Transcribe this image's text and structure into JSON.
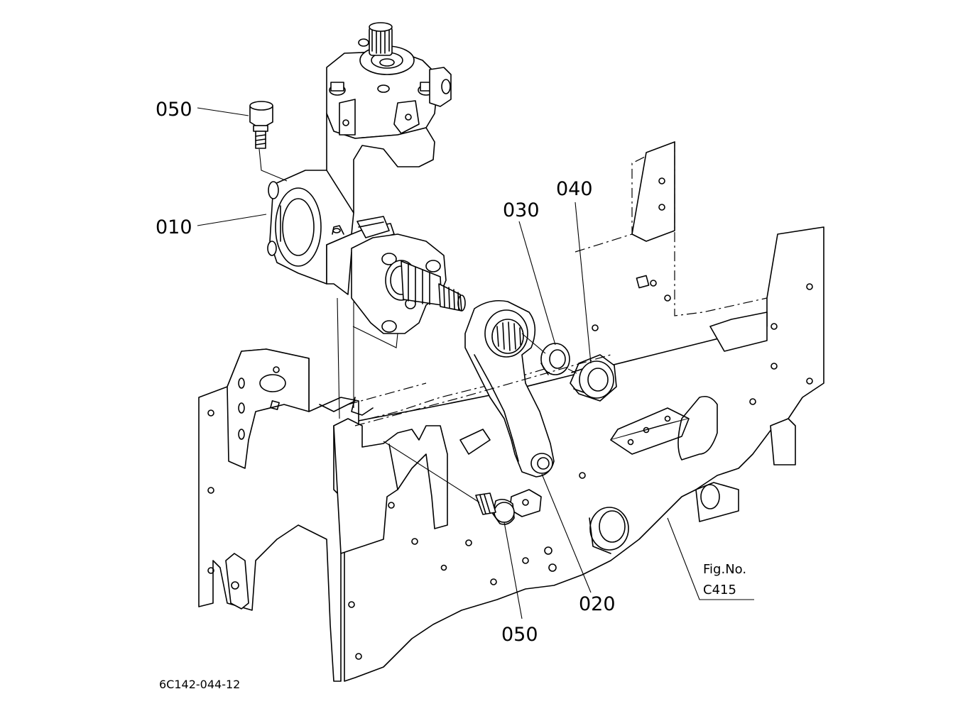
{
  "callouts": {
    "c050_top": "050",
    "c010": "010",
    "c030": "030",
    "c040": "040",
    "c020": "020",
    "c050_bottom": "050"
  },
  "figure_ref": {
    "line1": "Fig.No.",
    "line2": "C415"
  },
  "drawing_number": "6C142-044-12"
}
